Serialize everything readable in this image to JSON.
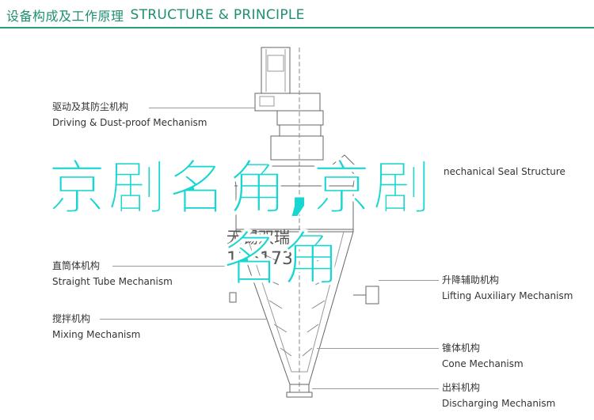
{
  "header": {
    "title_cn": "设备构成及工作原理",
    "title_en": "STRUCTURE & PRINCIPLE"
  },
  "labels": {
    "drive": {
      "cn": "驱动及其防尘机构",
      "en": "Driving & Dust-proof Mechanism"
    },
    "seal": {
      "cn": "",
      "en": "nechanical Seal Structure"
    },
    "tube": {
      "cn": "直筒体机构",
      "en": "Straight Tube Mechanism"
    },
    "lifting": {
      "cn": "升降辅助机构",
      "en": "Lifting Auxiliary Mechanism"
    },
    "mixing": {
      "cn": "搅拌机构",
      "en": "Mixing Mechanism"
    },
    "cone": {
      "cn": "锥体机构",
      "en": "Cone Mechanism"
    },
    "discharge": {
      "cn": "出料机构",
      "en": "Discharging Mechanism"
    }
  },
  "drawing": {
    "name_text": "无锡双瑞",
    "serial_text": "136173"
  },
  "overlay": {
    "line1": "京剧名角,京剧",
    "line2": "名角"
  },
  "colors": {
    "accent": "#1f8f72",
    "overlay": "#19d6d0",
    "line": "#555555"
  }
}
